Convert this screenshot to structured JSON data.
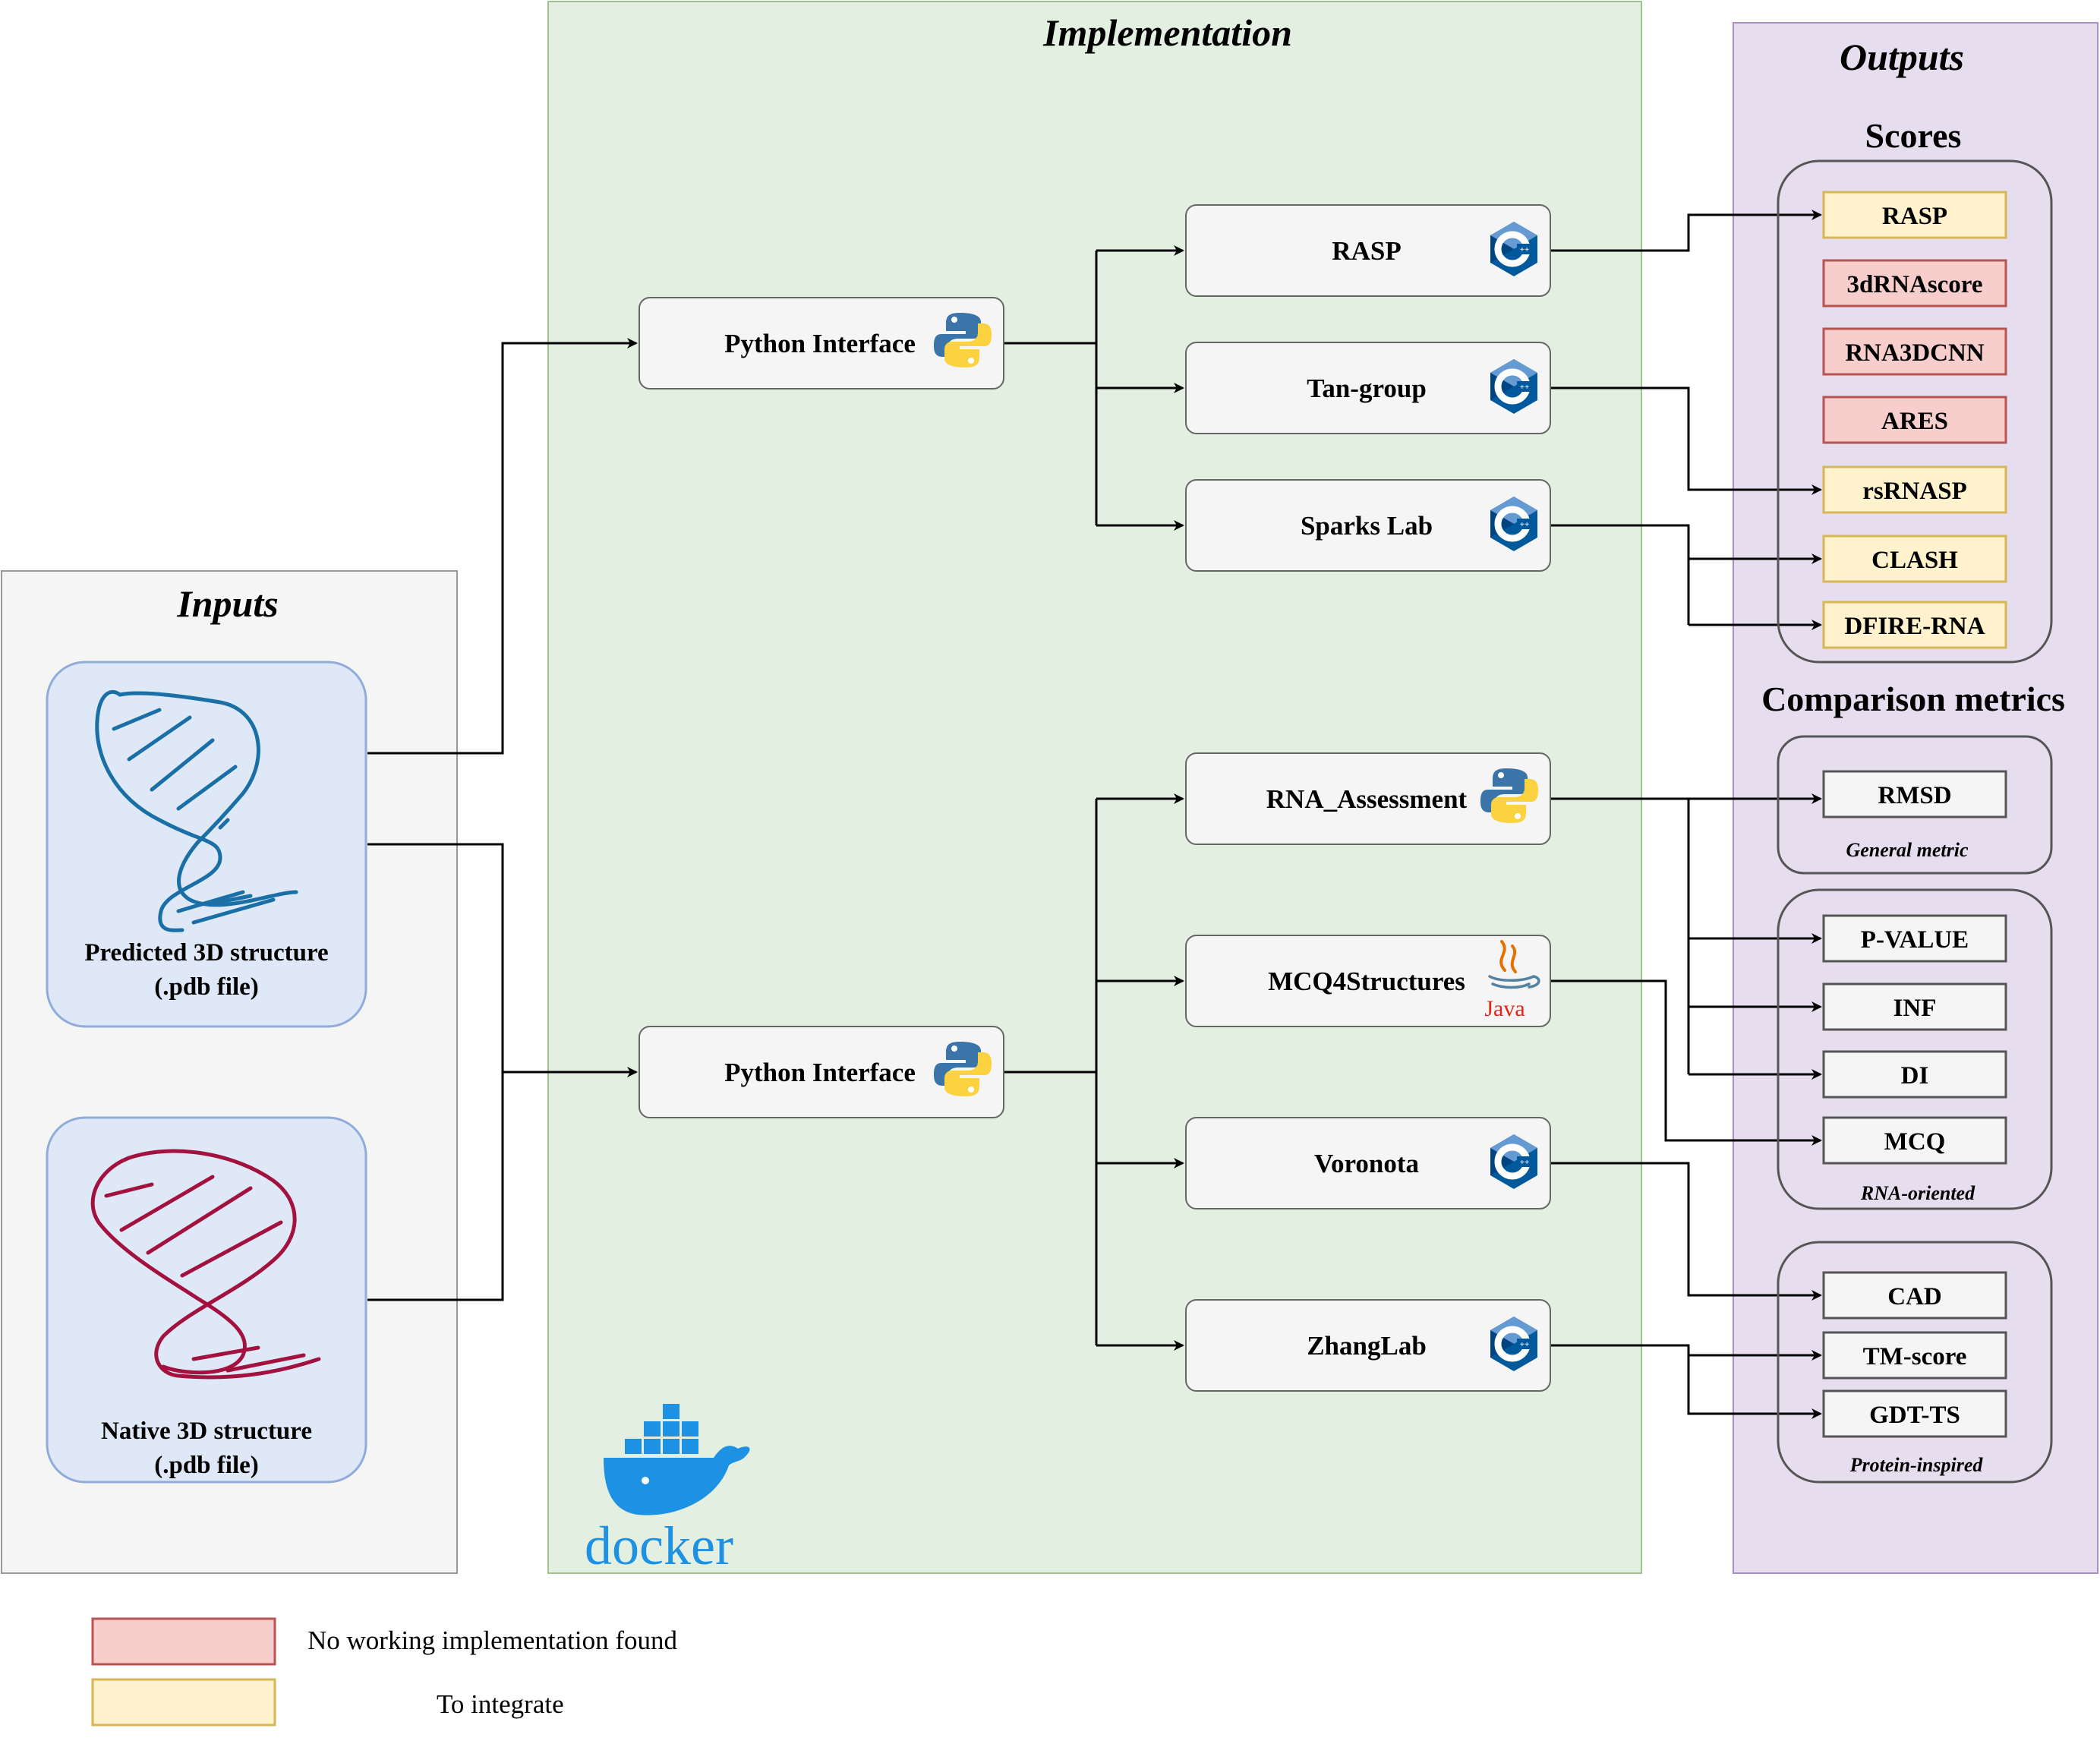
{
  "inputs": {
    "title": "Inputs",
    "predicted": {
      "line1": "Predicted 3D structure",
      "line2": "(.pdb file)"
    },
    "native": {
      "line1": "Native 3D structure",
      "line2": "(.pdb file)"
    }
  },
  "implementation": {
    "title": "Implementation",
    "interface_top": "Python Interface",
    "interface_bottom": "Python Interface",
    "tools_top": [
      {
        "label": "RASP",
        "lang": "c++"
      },
      {
        "label": "Tan-group",
        "lang": "c++"
      },
      {
        "label": "Sparks Lab",
        "lang": "c++"
      }
    ],
    "tools_bottom": [
      {
        "label": "RNA_Assessment",
        "lang": "python"
      },
      {
        "label": "MCQ4Structures",
        "lang": "java"
      },
      {
        "label": "Voronota",
        "lang": "c++"
      },
      {
        "label": "ZhangLab",
        "lang": "c++"
      }
    ],
    "docker_label": "docker",
    "java_label": "Java"
  },
  "outputs": {
    "title": "Outputs",
    "scores_title": "Scores",
    "scores": [
      {
        "label": "RASP",
        "status": "to-integrate"
      },
      {
        "label": "3dRNAscore",
        "status": "not-found"
      },
      {
        "label": "RNA3DCNN",
        "status": "not-found"
      },
      {
        "label": "ARES",
        "status": "not-found"
      },
      {
        "label": "rsRNASP",
        "status": "to-integrate"
      },
      {
        "label": "CLASH",
        "status": "to-integrate"
      },
      {
        "label": "DFIRE-RNA",
        "status": "to-integrate"
      }
    ],
    "comparison_title": "Comparison metrics",
    "general": {
      "metrics": [
        "RMSD"
      ],
      "caption": "General metric"
    },
    "rna": {
      "metrics": [
        "P-VALUE",
        "INF",
        "DI",
        "MCQ"
      ],
      "caption": "RNA-oriented"
    },
    "protein": {
      "metrics": [
        "CAD",
        "TM-score",
        "GDT-TS"
      ],
      "caption": "Protein-inspired"
    }
  },
  "legend": {
    "not_found": "No working implementation found",
    "to_integrate": "To integrate"
  },
  "colors": {
    "inputs_bg": "#f5f5f5",
    "implementation_bg": "#e3efe0",
    "outputs_bg": "#e6ddef",
    "input_card_bg": "#dfe8f6",
    "not_found_fill": "#f8cecc",
    "not_found_stroke": "#b85450",
    "to_integrate_fill": "#fff2cc",
    "to_integrate_stroke": "#d6b656",
    "predicted_rna": "#1a6fa6",
    "native_rna": "#a3123f",
    "docker_blue": "#1d91e3"
  }
}
